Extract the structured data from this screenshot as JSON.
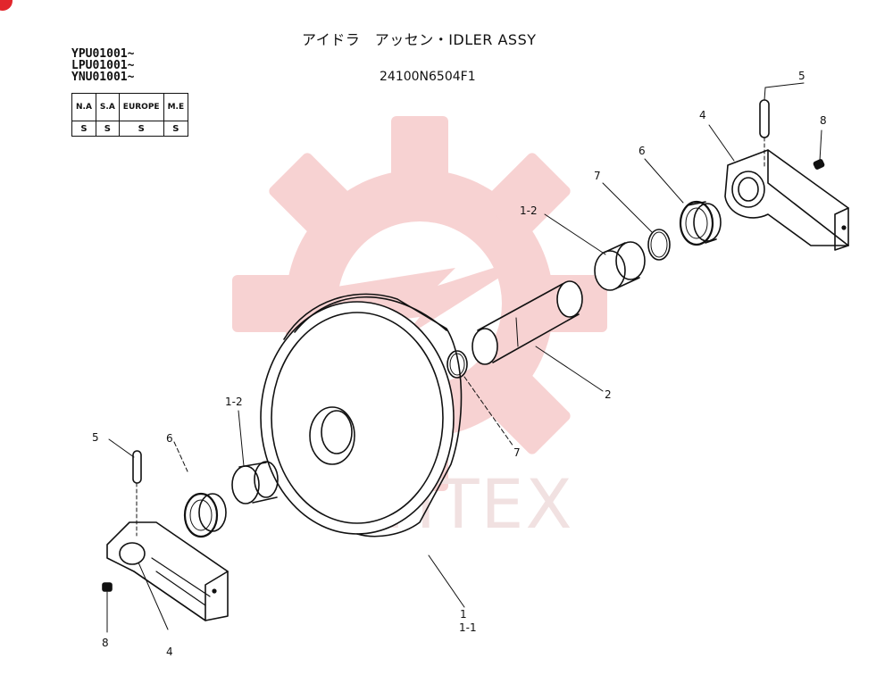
{
  "title": "アイドラ　アッセン・IDLER ASSY",
  "serials": [
    "YPU01001~",
    "LPU01001~",
    "YNU01001~"
  ],
  "part_number": "24100N6504F1",
  "regions": {
    "headers": [
      "N.A",
      "S.A",
      "EUROPE",
      "M.E"
    ],
    "values": [
      "S",
      "S",
      "S",
      "S"
    ]
  },
  "callouts": {
    "tr_5": "5",
    "tr_8": "8",
    "tr_4": "4",
    "tr_6": "6",
    "tr_7": "7",
    "tr_1_2": "1-2",
    "mid_2": "2",
    "mid_7": "7",
    "l_1_2": "1-2",
    "l_5": "5",
    "l_6": "6",
    "l_8": "8",
    "l_4": "4",
    "wheel_1_1a": "1",
    "wheel_1_1b": "1-1"
  },
  "watermark": {
    "text": "ИНТЕХ",
    "color": "#f0d6d6",
    "gear_color": "#f5c9c9"
  }
}
